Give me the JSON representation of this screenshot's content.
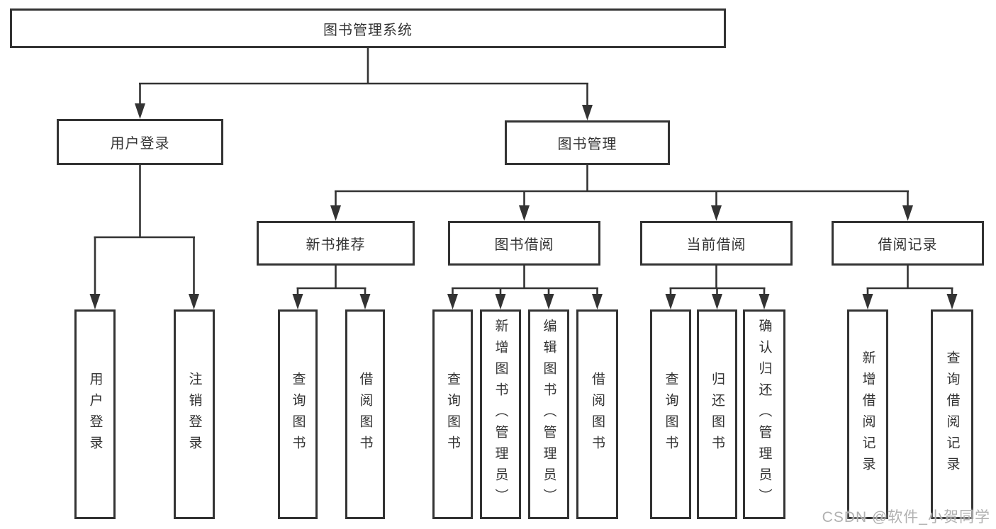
{
  "root": {
    "label": "图书管理系统"
  },
  "level2": [
    {
      "label": "用户登录"
    },
    {
      "label": "图书管理"
    }
  ],
  "level3": [
    {
      "label": "新书推荐"
    },
    {
      "label": "图书借阅"
    },
    {
      "label": "当前借阅"
    },
    {
      "label": "借阅记录"
    }
  ],
  "leaves": [
    {
      "label": "用户登录"
    },
    {
      "label": "注销登录"
    },
    {
      "label": "查询图书"
    },
    {
      "label": "借阅图书"
    },
    {
      "label": "查询图书"
    },
    {
      "label": "新增图书（管理员）"
    },
    {
      "label": "编辑图书（管理员）"
    },
    {
      "label": "借阅图书"
    },
    {
      "label": "查询图书"
    },
    {
      "label": "归还图书"
    },
    {
      "label": "确认归还（管理员）"
    },
    {
      "label": "新增借阅记录"
    },
    {
      "label": "查询借阅记录"
    }
  ],
  "watermark": "CSDN @软件_小贺同学",
  "colors": {
    "line": "#333333",
    "text": "#333333",
    "box_background": "#ffffff",
    "page_background": "#ffffff",
    "watermark": "#b1b1b1"
  }
}
